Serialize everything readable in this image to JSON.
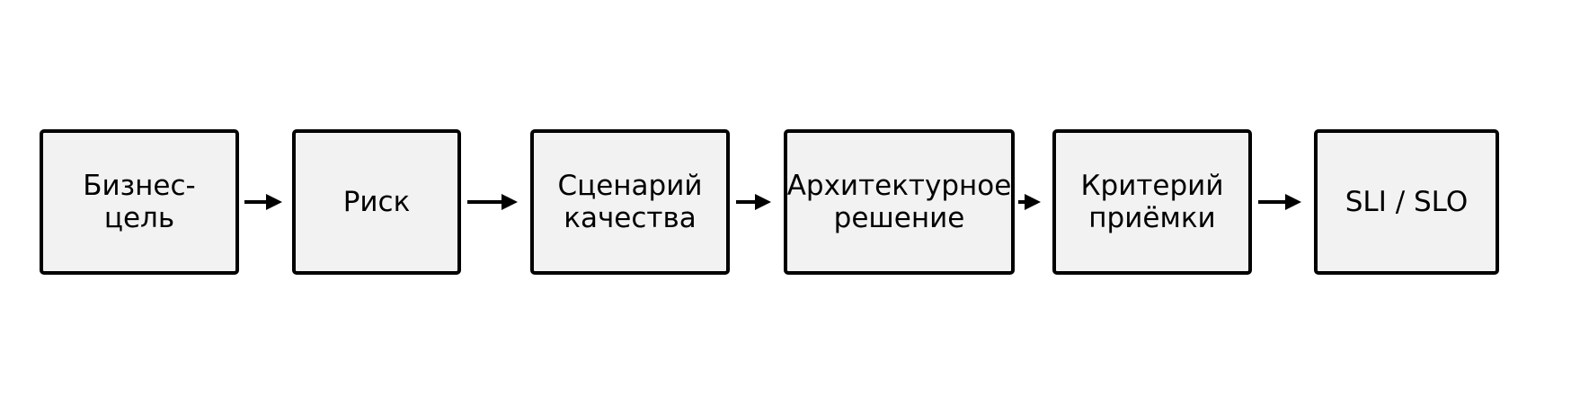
{
  "diagram": {
    "nodes": [
      {
        "id": "business-goal",
        "label": "Бизнес-\nцель"
      },
      {
        "id": "risk",
        "label": "Риск"
      },
      {
        "id": "quality-scenario",
        "label": "Сценарий\nкачества"
      },
      {
        "id": "architecture-decision",
        "label": "Архитектурное\nрешение"
      },
      {
        "id": "acceptance-criterion",
        "label": "Критерий\nприёмки"
      },
      {
        "id": "sli-slo",
        "label": "SLI / SLO"
      }
    ],
    "edges": [
      {
        "from": "business-goal",
        "to": "risk"
      },
      {
        "from": "risk",
        "to": "quality-scenario"
      },
      {
        "from": "quality-scenario",
        "to": "architecture-decision"
      },
      {
        "from": "architecture-decision",
        "to": "acceptance-criterion"
      },
      {
        "from": "acceptance-criterion",
        "to": "sli-slo"
      }
    ],
    "colors": {
      "node_fill": "#f2f2f2",
      "node_border": "#000000",
      "arrow": "#000000",
      "text": "#000000"
    }
  }
}
